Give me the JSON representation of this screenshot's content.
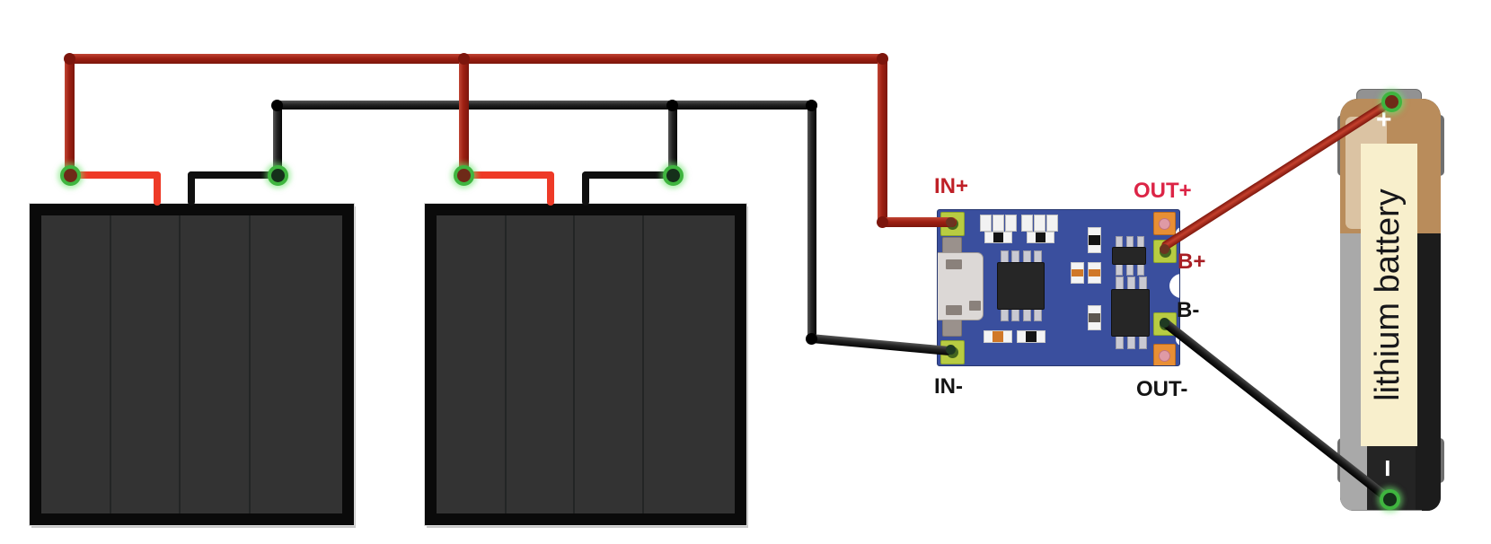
{
  "diagram": {
    "type": "wiring-diagram",
    "description": "Two solar panels wired in parallel to a charging module feeding a lithium battery"
  },
  "module": {
    "labels": {
      "in_plus": "IN+",
      "in_minus": "IN-",
      "out_plus": "OUT+",
      "out_minus": "OUT-",
      "b_plus": "B+",
      "b_minus": "B-"
    }
  },
  "battery": {
    "label": "lithium battery",
    "plus_symbol": "+",
    "minus_symbol": "−"
  },
  "colors": {
    "wire_red_dark": "#9e2013",
    "wire_red_bright": "#ee3a27",
    "wire_black": "#1c1c1c",
    "junction_green": "#3fb53f",
    "pcb_blue": "#3a4f9e",
    "pad_green": "#b8cc42",
    "pad_orange": "#e88f35",
    "panel_black": "#0a0a0a",
    "panel_cell": "#333333",
    "battery_brown": "#b98c5b",
    "battery_cream": "#f8efcc",
    "label_in_plus": "#bf2027",
    "label_out_plus": "#dc2446",
    "label_b_plus": "#a81e24",
    "label_dark": "#141414"
  }
}
